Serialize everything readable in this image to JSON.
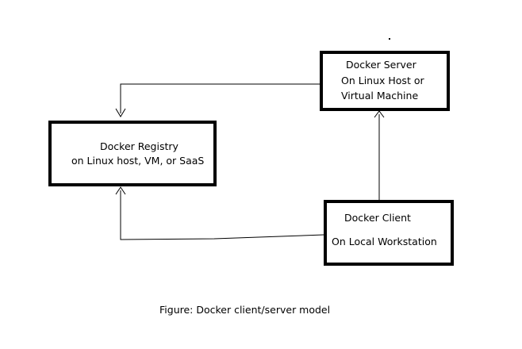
{
  "colors": {
    "line": "#000000",
    "background": "#ffffff"
  },
  "nodes": {
    "server": {
      "title": "Docker Server",
      "line1": "On Linux Host or",
      "line2": "Virtual Machine"
    },
    "registry": {
      "title": "Docker Registry",
      "subtitle": "on Linux host, VM, or SaaS"
    },
    "client": {
      "title": "Docker Client",
      "subtitle": "On Local Workstation"
    }
  },
  "edges": [
    {
      "from": "server",
      "to": "registry"
    },
    {
      "from": "client",
      "to": "server"
    },
    {
      "from": "client",
      "to": "registry"
    }
  ],
  "caption": "Figure: Docker client/server model"
}
